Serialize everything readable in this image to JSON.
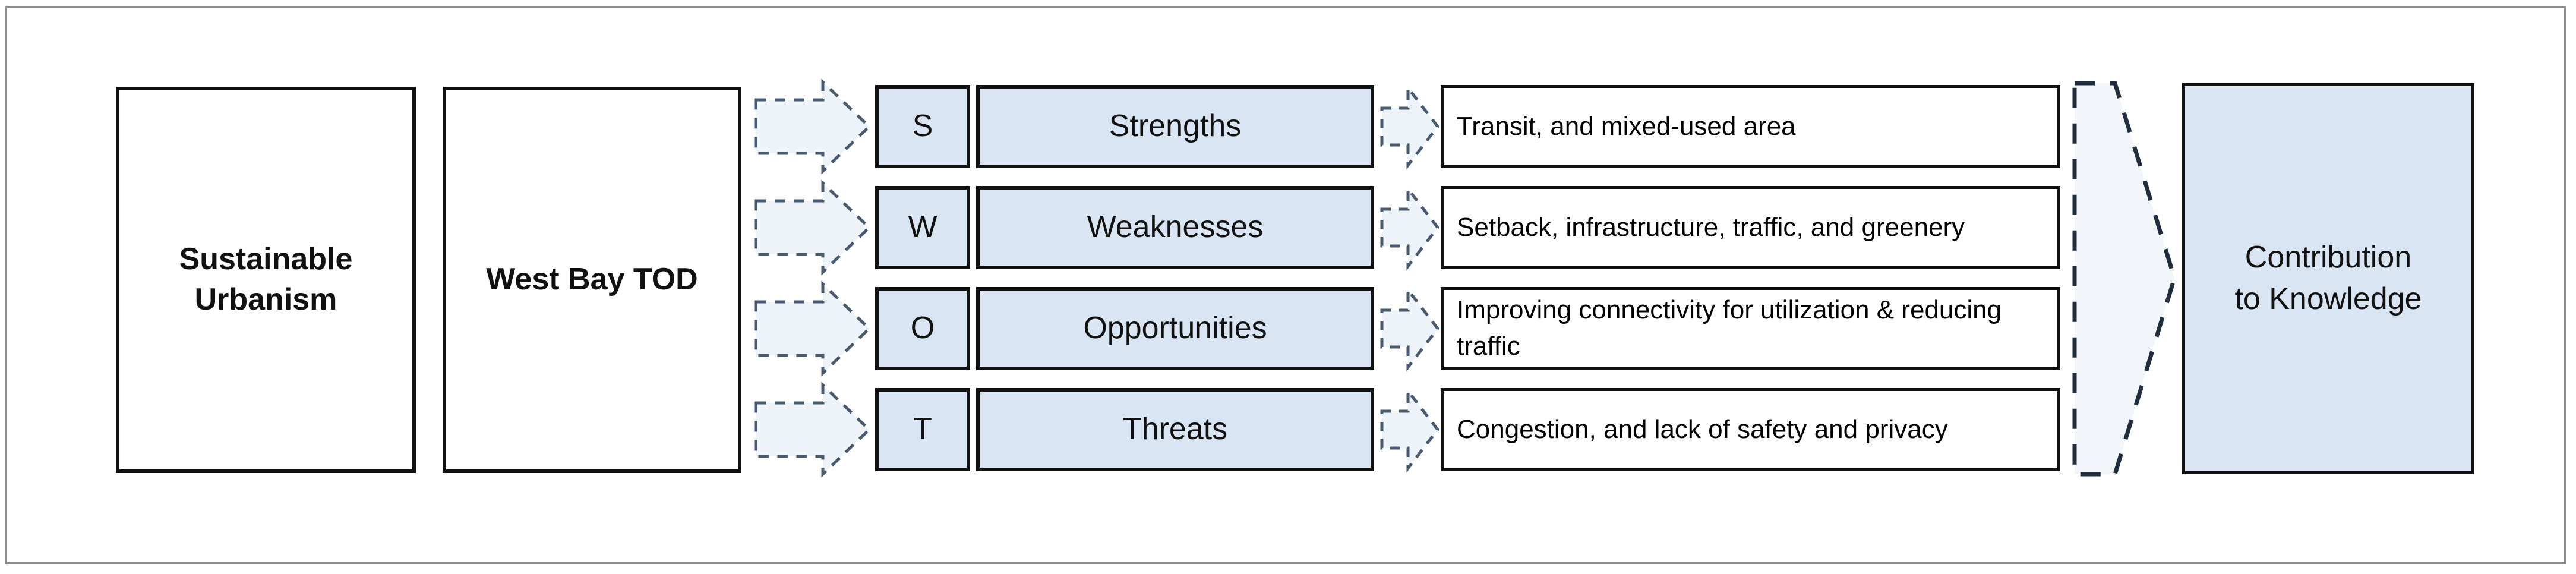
{
  "figure": {
    "frame_color": "#8c8c8c",
    "accent_fill": "#d9e5f3",
    "arrow_fill": "#eef3fa",
    "arrow_stroke": "#3b4a5e",
    "box_stroke": "#111111"
  },
  "left_column": {
    "concept_box": {
      "label": "Sustainable\nUrbanism"
    },
    "case_box": {
      "label": "West Bay TOD"
    }
  },
  "swot": {
    "rows": [
      {
        "letter": "S",
        "label": "Strengths",
        "description": "Transit, and mixed-used area"
      },
      {
        "letter": "W",
        "label": "Weaknesses",
        "description": "Setback, infrastructure, traffic, and greenery"
      },
      {
        "letter": "O",
        "label": "Opportunities",
        "description": "Improving connectivity for utilization & reducing traffic"
      },
      {
        "letter": "T",
        "label": "Threats",
        "description": "Congestion, and lack of safety and privacy"
      }
    ]
  },
  "outcome": {
    "box": {
      "label": "Contribution\nto Knowledge"
    }
  }
}
